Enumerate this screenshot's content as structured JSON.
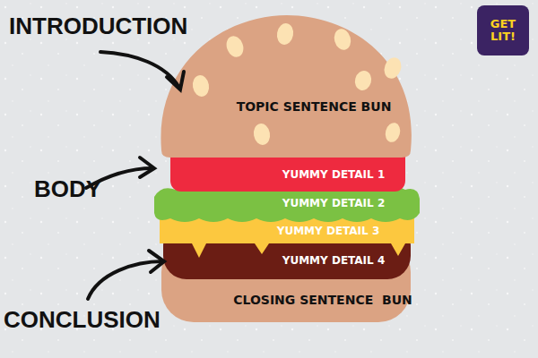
{
  "diagram": {
    "nodes": [
      {
        "text": [
          "TOPIC SENTENCE BUN"
        ]
      },
      {
        "text": [
          "YUMMY DETAIL 1"
        ]
      },
      {
        "text": [
          "YUMMY DETAIL 2"
        ]
      },
      {
        "text": [
          "YUMMY DETAIL 3"
        ]
      },
      {
        "text": [
          "YUMMY DETAIL 4"
        ]
      },
      {
        "text": [
          "CLOSING SENTENCE  BUN"
        ]
      }
    ],
    "labels": [
      "INTRODUCTION",
      "BODY",
      "CONCLUSION",
      "GET LIT!"
    ]
  }
}
